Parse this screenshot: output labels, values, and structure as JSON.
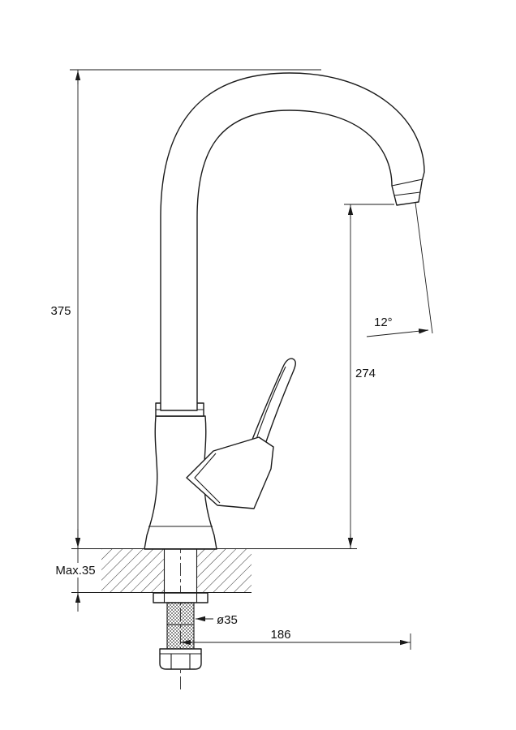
{
  "meta": {
    "title": "Kitchen faucet installation technical drawing"
  },
  "dimensions": {
    "overall_height": "375",
    "spout_height": "274",
    "spout_angle": "12°",
    "max_counter_thickness": "Max.35",
    "hole_diameter": "ø35",
    "spout_reach": "186"
  },
  "colors": {
    "line": "#1a1a1a",
    "background": "#ffffff"
  }
}
